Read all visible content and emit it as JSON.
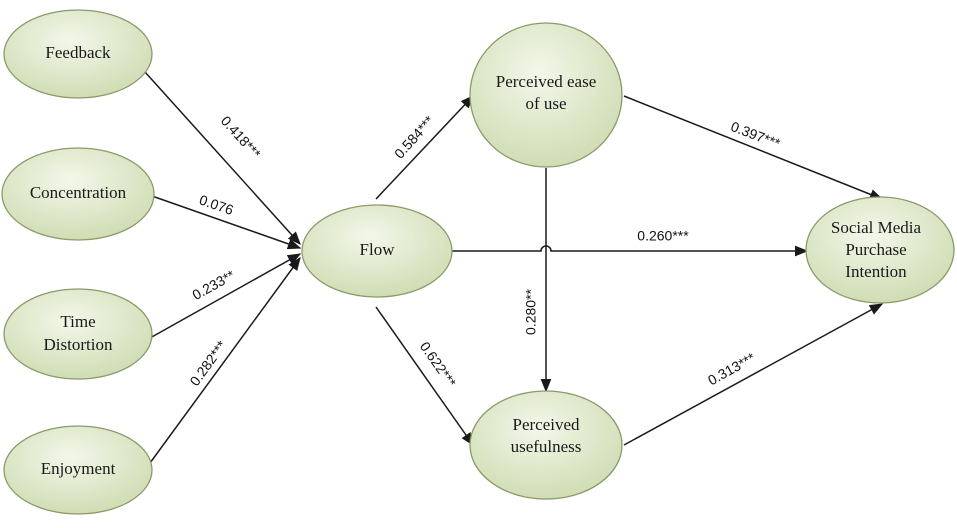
{
  "colors": {
    "node_fill_light": "#f3f7ea",
    "node_fill_dark": "#cddbb0",
    "node_stroke": "#8a9a6a",
    "edge": "#1a1a1a",
    "text": "#1a1a1a"
  },
  "nodes": {
    "feedback": [
      "Feedback"
    ],
    "concentration": [
      "Concentration"
    ],
    "time_distortion": [
      "Time",
      "Distortion"
    ],
    "enjoyment": [
      "Enjoyment"
    ],
    "flow": [
      "Flow"
    ],
    "ease_of_use": [
      "Perceived ease",
      "of use"
    ],
    "usefulness": [
      "Perceived",
      "usefulness"
    ],
    "purchase_intention": [
      "Social Media",
      "Purchase",
      "Intention"
    ]
  },
  "paths": {
    "feedback_flow": "0.418***",
    "concentration_flow": "0.076",
    "time_distortion_flow": "0.233**",
    "enjoyment_flow": "0.282***",
    "flow_ease": "0.584***",
    "flow_usefulness": "0.622***",
    "flow_intention": "0.260***",
    "ease_intention": "0.397***",
    "ease_usefulness": "0.280**",
    "usefulness_intention": "0.313***"
  }
}
